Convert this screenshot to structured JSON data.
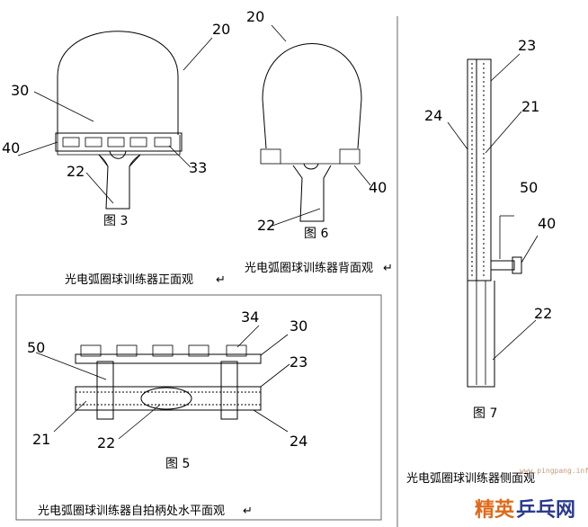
{
  "labels": {
    "fig3": {
      "l20": "20",
      "l30": "30",
      "l40": "40",
      "l33": "33",
      "l22": "22",
      "fig": "图 3"
    },
    "fig6": {
      "l20": "20",
      "l40": "40",
      "l22": "22",
      "fig": "图 6"
    },
    "fig7": {
      "l23": "23",
      "l24": "24",
      "l21": "21",
      "l50": "50",
      "l40": "40",
      "l22": "22",
      "fig": "图 7"
    },
    "fig5": {
      "l34": "34",
      "l30": "30",
      "l50": "50",
      "l23": "23",
      "l21": "21",
      "l22": "22",
      "l24": "24",
      "fig": "图 5"
    }
  },
  "captions": {
    "front": "光电弧圈球训练器正面观",
    "back": "光电弧圈球训练器背面观",
    "horizontal": "光电弧圈球训练器自拍柄处水平面观",
    "side": "光电弧圈球训练器侧面观",
    "return_mark": "↵"
  },
  "watermark": {
    "text_left": "精英",
    "text_right": "乒乓网",
    "url": "www.pingpang.info",
    "colors": {
      "left": "#e06a1a",
      "right": "#2a3b8f"
    }
  }
}
